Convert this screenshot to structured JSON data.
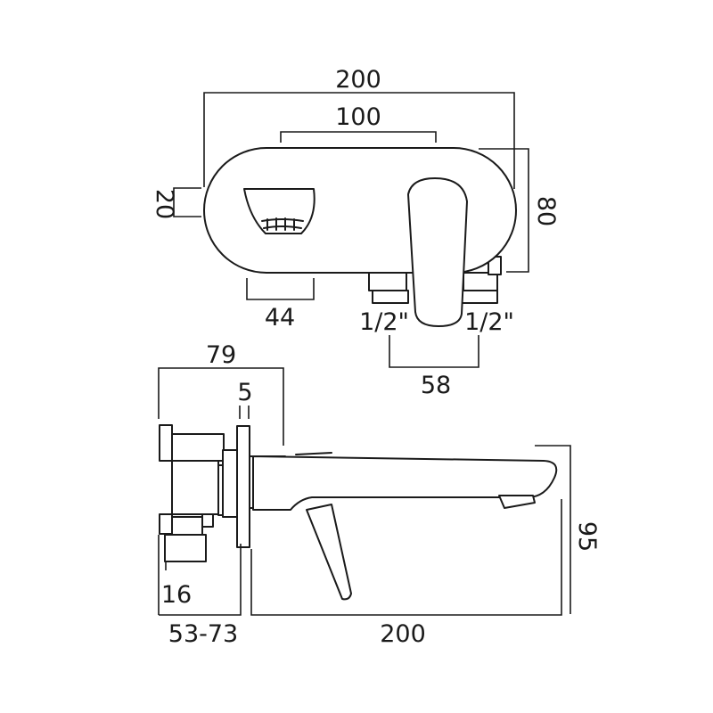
{
  "plan_view": {
    "overall_width": "200",
    "spacing_top": "100",
    "spout_offset": "20",
    "depth": "80",
    "spout_width": "44",
    "inlet_left": "1/2\"",
    "inlet_right": "1/2\"",
    "inlet_spacing": "58"
  },
  "side_view": {
    "projection": "79",
    "plate_thickness": "5",
    "inlet_length": "16",
    "wall_depth_range": "53-73",
    "spout_length": "200",
    "height": "95"
  }
}
